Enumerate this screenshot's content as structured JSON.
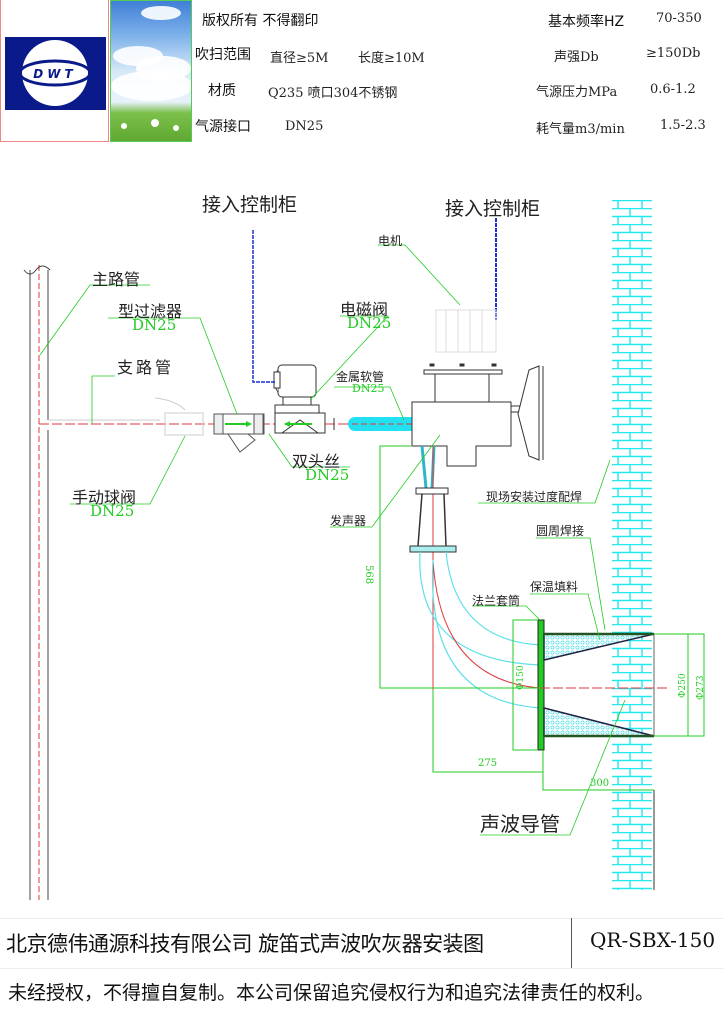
{
  "header": {
    "logo_text": "DWT",
    "copyright": "版权所有 不得翻印",
    "specs_left": [
      {
        "label": "吹扫范围",
        "value": "直径≥5M",
        "value2": "长度≥10M"
      },
      {
        "label": "材质",
        "value": "Q235  喷口304不锈钢"
      },
      {
        "label": "气源接口",
        "value": "DN25"
      }
    ],
    "specs_right": [
      {
        "label": "基本频率HZ",
        "value": "70-350"
      },
      {
        "label": "声强Db",
        "value": "≥150Db"
      },
      {
        "label": "气源压力MPa",
        "value": "0.6-1.2"
      },
      {
        "label": "耗气量m3/min",
        "value": "1.5-2.3"
      }
    ]
  },
  "diagram": {
    "labels": {
      "control_cabinet_1": "接入控制柜",
      "control_cabinet_2": "接入控制柜",
      "motor": "电机",
      "main_pipe": "主路管",
      "y_filter": "型过滤器",
      "y_filter_size": "DN25",
      "solenoid_valve": "电磁阀",
      "solenoid_valve_size": "DN25",
      "branch_pipe": "支路管",
      "metal_hose": "金属软管",
      "metal_hose_size": "DN25",
      "double_thread": "双头丝",
      "double_thread_size": "DN25",
      "ball_valve": "手动球阀",
      "ball_valve_size": "DN25",
      "sounder": "发声器",
      "field_weld": "现场安装过度配焊",
      "circ_weld": "圆周焊接",
      "insulation": "保温填料",
      "flange_sleeve": "法兰套筒",
      "sound_guide": "声波导管"
    },
    "dimensions": {
      "vertical": "568",
      "d_inner": "Φ150",
      "d_250": "Φ250",
      "d_273": "Φ273",
      "len_275": "275",
      "len_300": "300"
    }
  },
  "footer": {
    "title": "北京德伟通源科技有限公司  旋笛式声波吹灰器安装图",
    "code": "QR-SBX-150",
    "note": "未经授权，不得擅自复制。本公司保留追究侵权行为和追究法律责任的权利。"
  }
}
